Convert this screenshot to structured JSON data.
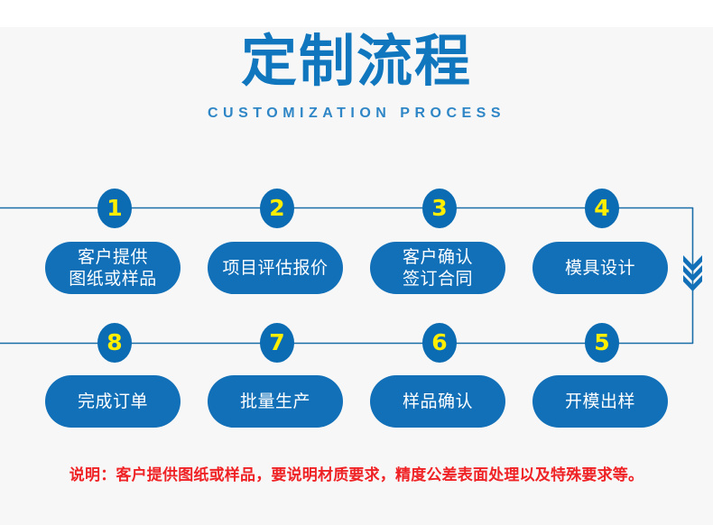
{
  "page": {
    "background_color": "#f7f7f7",
    "top_strip_color": "#ffffff"
  },
  "header": {
    "title": "定制流程",
    "subtitle": "CUSTOMIZATION PROCESS",
    "title_color": "#1076be",
    "subtitle_color": "#2f86c6"
  },
  "colors": {
    "box_blue": "#1270b8",
    "badge_blue": "#0b6cb3",
    "badge_number_yellow": "#ffee00",
    "connector_line": "#1b6fa8",
    "note_red": "#ef2225"
  },
  "flow": {
    "row_top": {
      "steps": [
        {
          "number": "1",
          "label": "客户提供\n图纸或样品"
        },
        {
          "number": "2",
          "label": "项目评估报价"
        },
        {
          "number": "3",
          "label": "客户确认\n签订合同"
        },
        {
          "number": "4",
          "label": "模具设计"
        }
      ]
    },
    "row_bottom": {
      "steps": [
        {
          "number": "8",
          "label": "完成订单"
        },
        {
          "number": "7",
          "label": "批量生产"
        },
        {
          "number": "6",
          "label": "样品确认"
        },
        {
          "number": "5",
          "label": "开模出样"
        }
      ]
    },
    "arrow_direction": "down"
  },
  "note": {
    "text": "说明：客户提供图纸或样品，要说明材质要求，精度公差表面处理以及特殊要求等。"
  }
}
